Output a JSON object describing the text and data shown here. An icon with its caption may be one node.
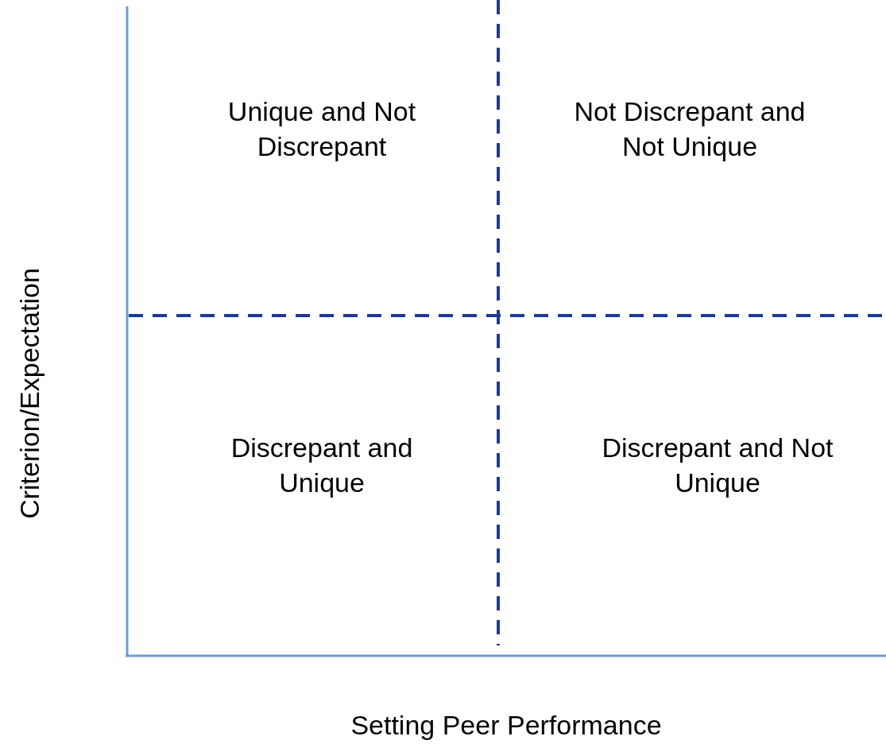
{
  "diagram": {
    "labels": [
      "Unique and Not Discrepant",
      "Not Discrepant and Not Unique",
      "Discrepant and Unique",
      "Discrepant and Not Unique",
      "Criterion/Expectation",
      "Setting Peer Performance"
    ]
  }
}
